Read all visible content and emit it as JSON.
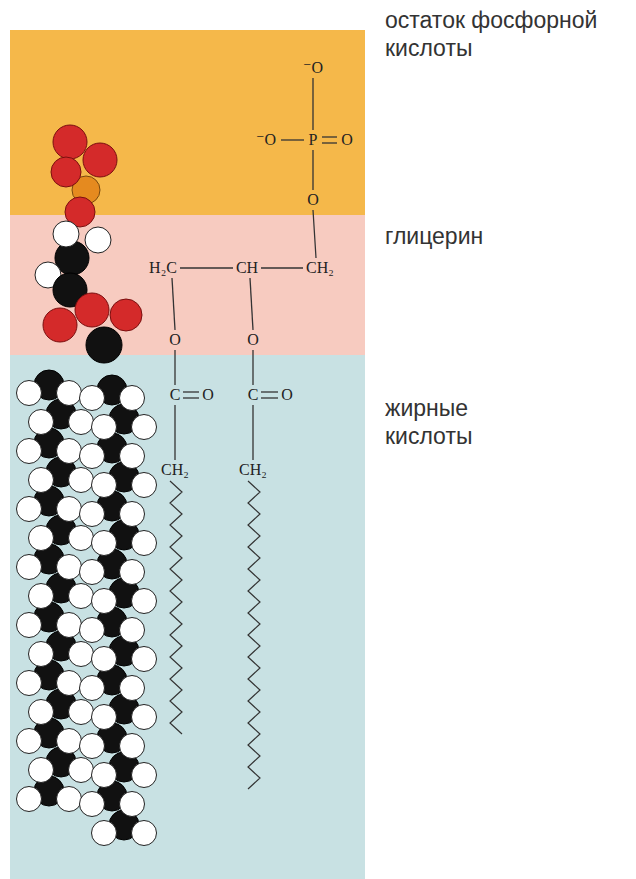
{
  "diagram": {
    "labels": [
      "остаток фосфорной кислоты",
      "глицерин",
      "жирные кислоты",
      "⁻O",
      "⁻O",
      "P",
      "O",
      "O",
      "H₂C",
      "CH",
      "CH₂",
      "O",
      "O",
      "C",
      "O",
      "C",
      "O",
      "CH₂",
      "CH₂"
    ]
  }
}
